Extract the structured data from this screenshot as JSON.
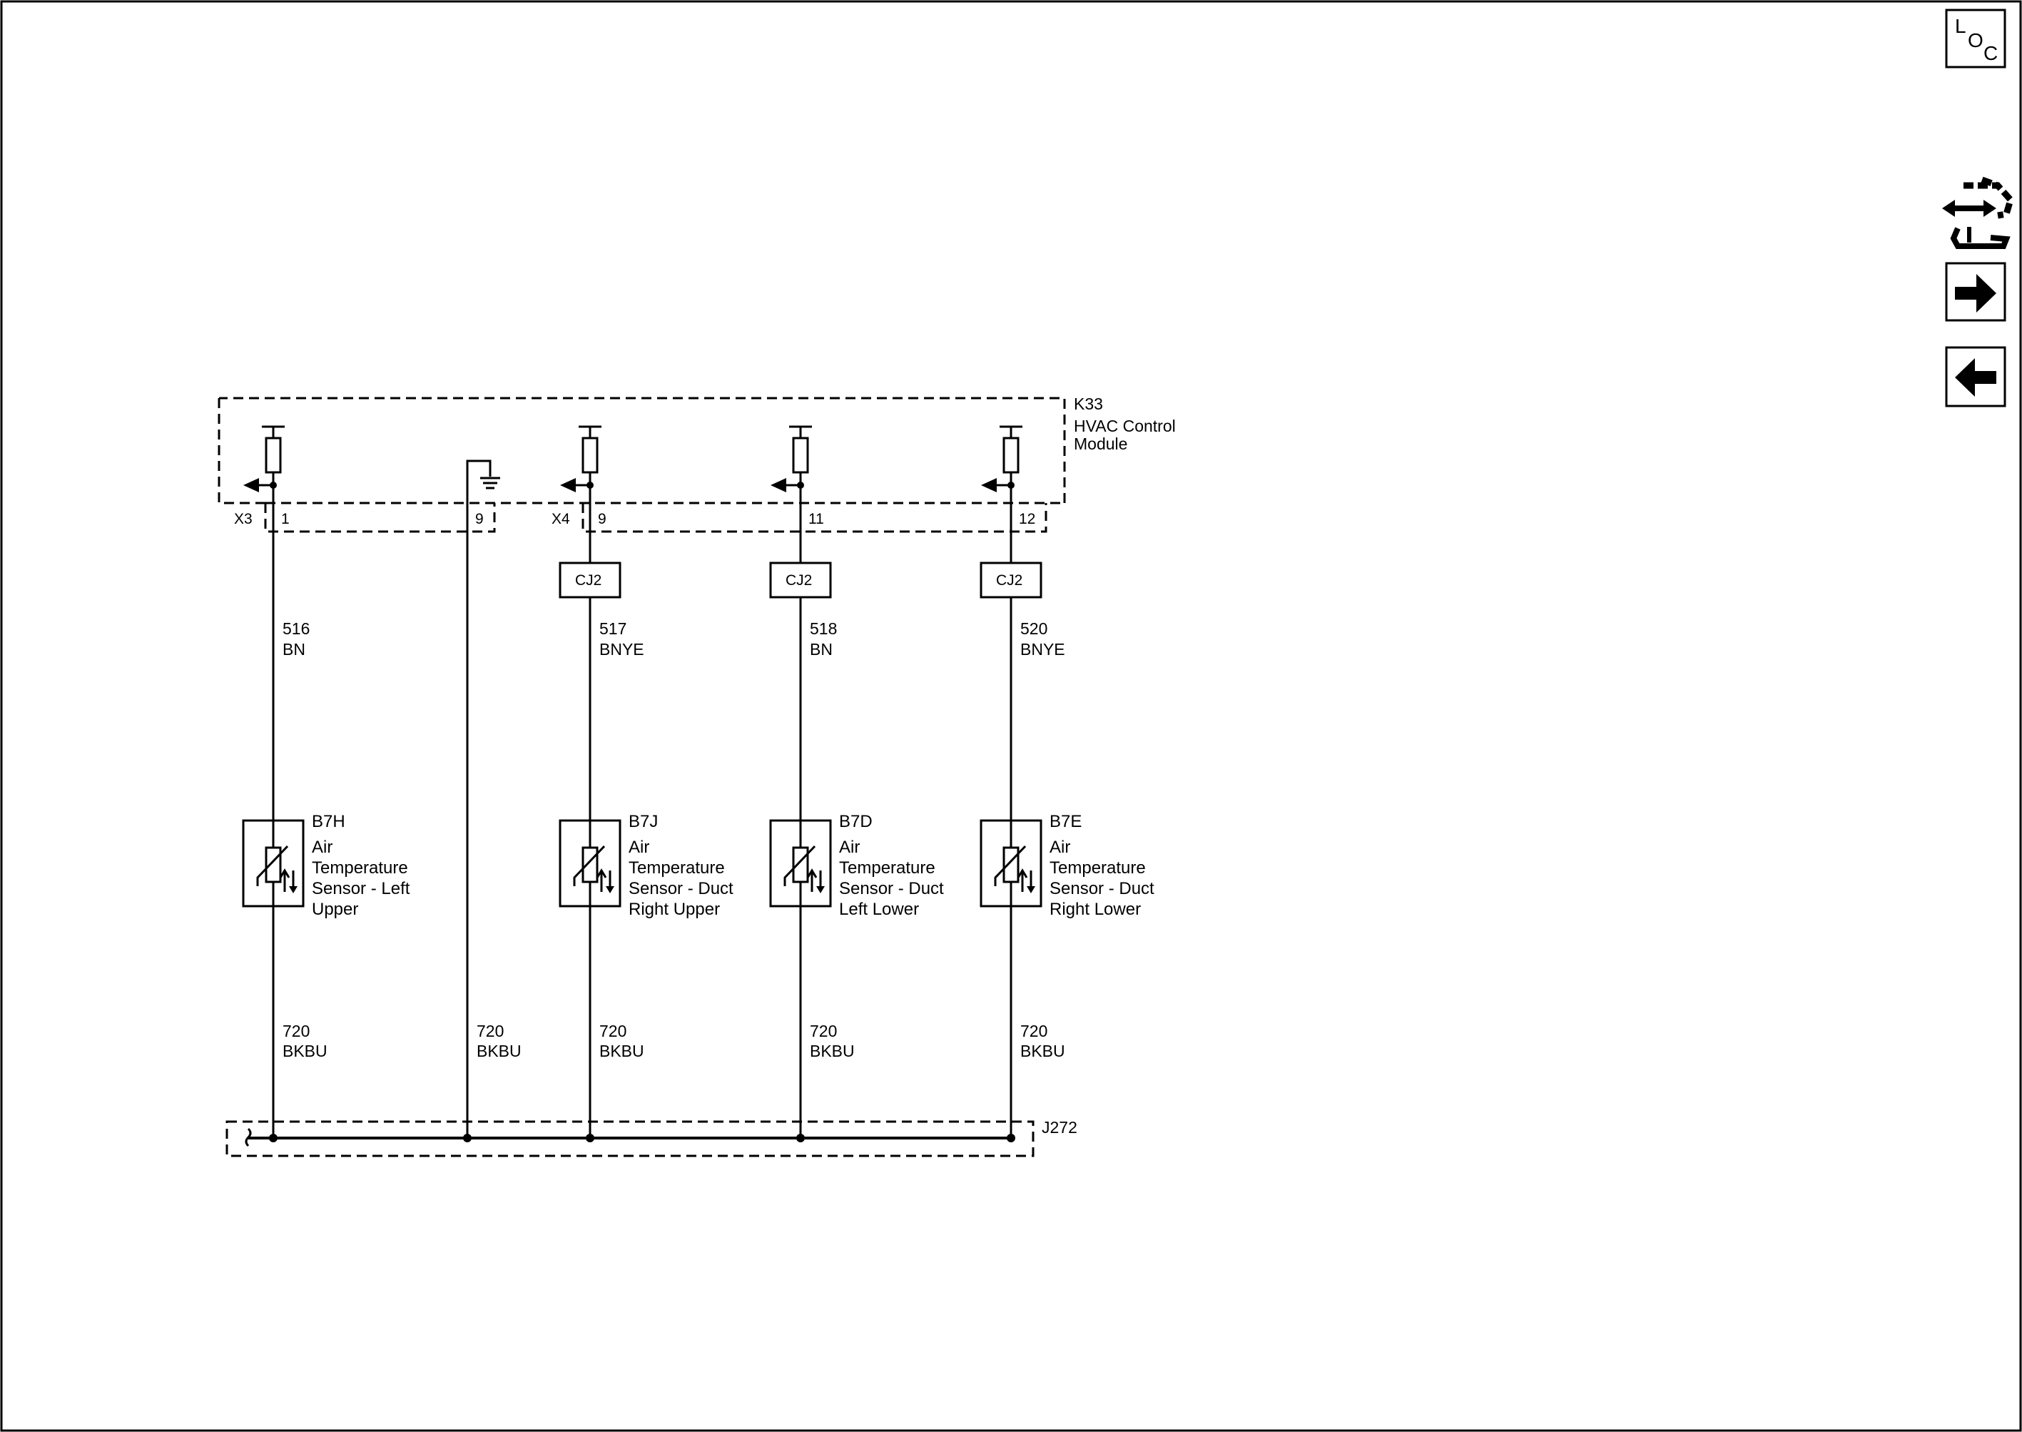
{
  "module": {
    "ref": "K33",
    "name_line1": "HVAC Control",
    "name_line2": "Module"
  },
  "connectors": {
    "x3": "X3",
    "x4": "X4"
  },
  "splice": {
    "ref": "J272"
  },
  "nav": {
    "loc_l": "L",
    "loc_o": "O",
    "loc_c": "C"
  },
  "circuits": [
    {
      "pin": "1",
      "inline": "",
      "wire_num": "516",
      "wire_color": "BN",
      "sensor_ref": "B7H",
      "sensor_lines": [
        "Air",
        "Temperature",
        "Sensor - Left",
        "Upper"
      ],
      "ground_num": "720",
      "ground_color": "BKBU"
    },
    {
      "pin": "9",
      "inline": "",
      "wire_num": "",
      "wire_color": "",
      "sensor_ref": "",
      "sensor_lines": [],
      "ground_num": "720",
      "ground_color": "BKBU"
    },
    {
      "pin": "9",
      "inline": "CJ2",
      "wire_num": "517",
      "wire_color": "BNYE",
      "sensor_ref": "B7J",
      "sensor_lines": [
        "Air",
        "Temperature",
        "Sensor - Duct",
        "Right Upper"
      ],
      "ground_num": "720",
      "ground_color": "BKBU"
    },
    {
      "pin": "11",
      "inline": "CJ2",
      "wire_num": "518",
      "wire_color": "BN",
      "sensor_ref": "B7D",
      "sensor_lines": [
        "Air",
        "Temperature",
        "Sensor - Duct",
        "Left Lower"
      ],
      "ground_num": "720",
      "ground_color": "BKBU"
    },
    {
      "pin": "12",
      "inline": "CJ2",
      "wire_num": "520",
      "wire_color": "BNYE",
      "sensor_ref": "B7E",
      "sensor_lines": [
        "Air",
        "Temperature",
        "Sensor - Duct",
        "Right Lower"
      ],
      "ground_num": "720",
      "ground_color": "BKBU"
    }
  ]
}
